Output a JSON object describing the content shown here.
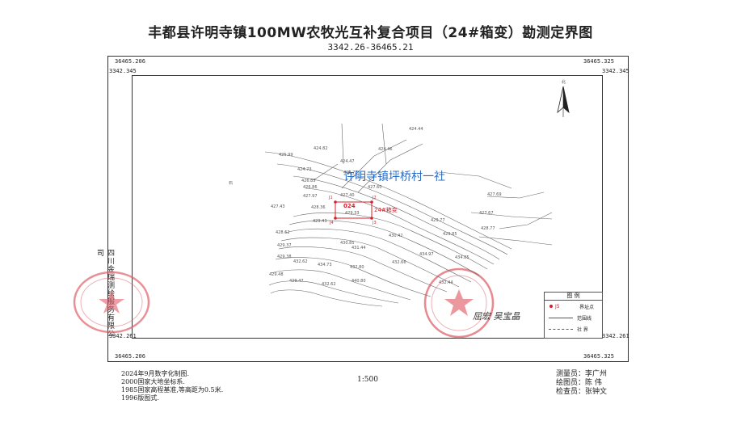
{
  "title": "丰都县许明寺镇100MW农牧光互补复合项目（24#箱变）勘测定界图",
  "coord_range": "3342.26-36465.21",
  "corner_coords": {
    "top_left_x": "36465.206",
    "top_left_y": "3342.345",
    "top_right_x": "36465.325",
    "top_right_y": "3342.345",
    "bottom_left_y": "3342.261",
    "bottom_right_y": "3342.261",
    "bottom_left_x": "36465.206",
    "bottom_right_x": "36465.325"
  },
  "map": {
    "village_label": "许明寺镇坪桥村一社",
    "parcel_code": "024",
    "parcel_area_label": "429.33",
    "box_label": "24#箱变",
    "north_label": "北",
    "points": [
      "J1",
      "J2",
      "J3",
      "J4"
    ],
    "elevations": [
      "424.44",
      "424.82",
      "424.46",
      "424.47",
      "425.99",
      "424.72",
      "424.73",
      "426.85",
      "427.60",
      "426.86",
      "427.97",
      "427.40",
      "427.69",
      "427.67",
      "427.43",
      "428.36",
      "429.33",
      "429.43",
      "430.51",
      "429.77",
      "428.77",
      "429.38",
      "428.62",
      "430.42",
      "429.85",
      "429.37",
      "430.85",
      "431.44",
      "434.97",
      "434.85",
      "429.38",
      "432.62",
      "434.73",
      "432.80",
      "432.66",
      "429.48",
      "429.47",
      "432.62",
      "440.80",
      "432.44",
      "430.42"
    ],
    "side_label": "石"
  },
  "legend": {
    "title": "图  例",
    "items": [
      {
        "symbol": "J5",
        "label": "界址点"
      },
      {
        "symbol": "",
        "label": "范围线"
      },
      {
        "symbol": "",
        "label": "社  界"
      }
    ]
  },
  "company": "四川金瑞测绘服务有限公司",
  "signatures": "屈宏 吴宝晶",
  "footer": {
    "left_lines": [
      "2024年9月数字化制图.",
      "2000国家大地坐标系.",
      "1985国家高程基准,等高距为0.5米.",
      "1996版图式."
    ],
    "scale": "1:500",
    "surveyor": "测量员：李广州",
    "drafter": "绘图员：陈  伟",
    "checker": "检查员：张钟文"
  },
  "colors": {
    "parcel": "#d4202a",
    "village_text": "#2b6cc4",
    "seal": "#e0606a",
    "contour": "#555555"
  }
}
